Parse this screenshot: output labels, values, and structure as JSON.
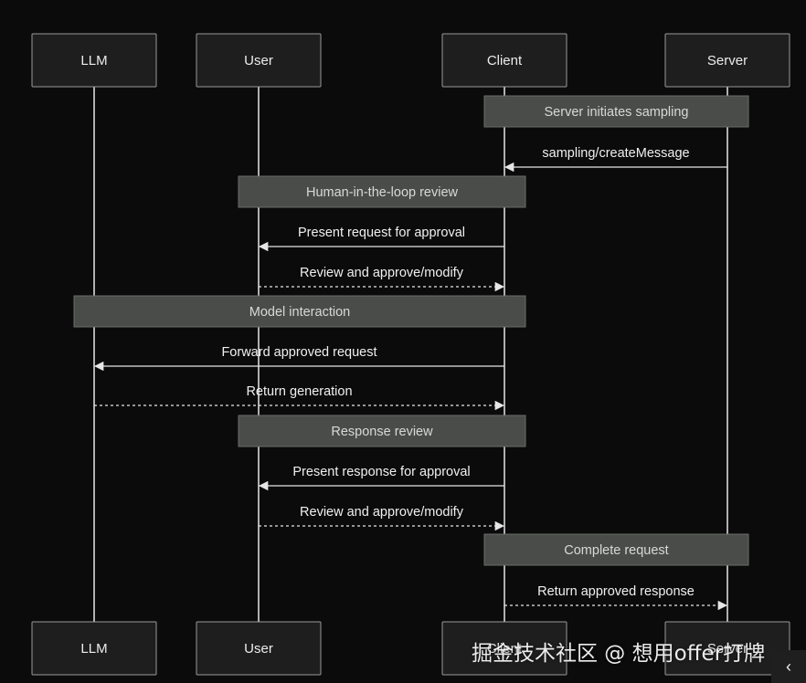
{
  "actors": [
    {
      "id": "llm",
      "label": "LLM"
    },
    {
      "id": "user",
      "label": "User"
    },
    {
      "id": "client",
      "label": "Client"
    },
    {
      "id": "server",
      "label": "Server"
    }
  ],
  "steps": [
    {
      "kind": "note",
      "span": [
        "client",
        "server"
      ],
      "text": "Server initiates sampling"
    },
    {
      "kind": "message",
      "from": "server",
      "to": "client",
      "style": "solid",
      "text": "sampling/createMessage"
    },
    {
      "kind": "note",
      "span": [
        "user",
        "client"
      ],
      "text": "Human-in-the-loop review"
    },
    {
      "kind": "message",
      "from": "client",
      "to": "user",
      "style": "solid",
      "text": "Present request for approval"
    },
    {
      "kind": "message",
      "from": "user",
      "to": "client",
      "style": "dashed",
      "text": "Review and approve/modify"
    },
    {
      "kind": "note",
      "span": [
        "llm",
        "client"
      ],
      "text": "Model interaction"
    },
    {
      "kind": "message",
      "from": "client",
      "to": "llm",
      "style": "solid",
      "text": "Forward approved request"
    },
    {
      "kind": "message",
      "from": "llm",
      "to": "client",
      "style": "dashed",
      "text": "Return generation"
    },
    {
      "kind": "note",
      "span": [
        "user",
        "client"
      ],
      "text": "Response review"
    },
    {
      "kind": "message",
      "from": "client",
      "to": "user",
      "style": "solid",
      "text": "Present response for approval"
    },
    {
      "kind": "message",
      "from": "user",
      "to": "client",
      "style": "dashed",
      "text": "Review and approve/modify"
    },
    {
      "kind": "note",
      "span": [
        "client",
        "server"
      ],
      "text": "Complete request"
    },
    {
      "kind": "message",
      "from": "client",
      "to": "server",
      "style": "dashed",
      "text": "Return approved response"
    }
  ],
  "watermark": "掘金技术社区 @ 想用offer打牌",
  "corner_button": {
    "icon": "chevron-left-icon",
    "glyph": "‹"
  },
  "colors": {
    "background": "#0b0b0b",
    "actor_fill": "#1e1e1e",
    "note_fill": "#4a4c4a",
    "line": "#e6e6e6"
  }
}
